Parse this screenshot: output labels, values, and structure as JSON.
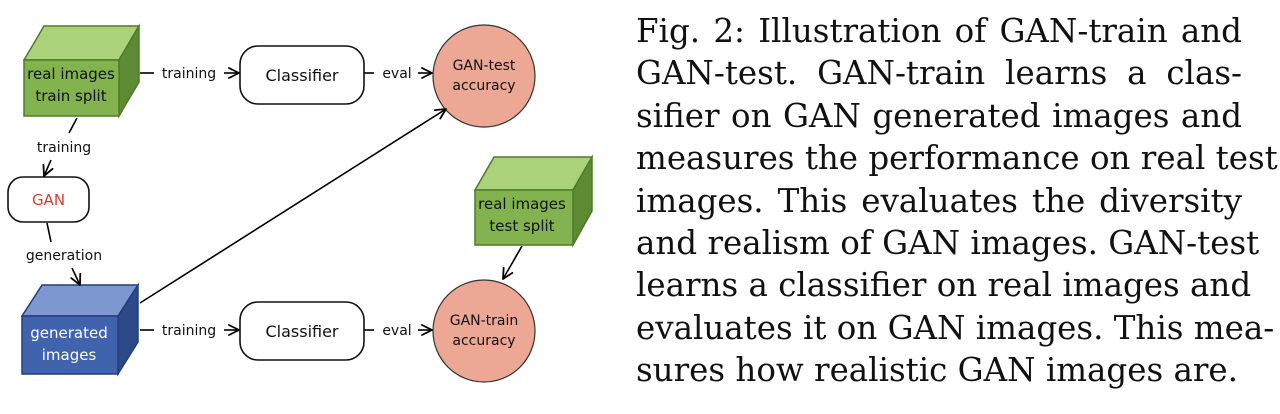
{
  "diagram": {
    "nodes": {
      "real_train": {
        "lines": [
          "real images",
          "train split"
        ]
      },
      "classifier_top": {
        "label": "Classifier"
      },
      "gan_test_accuracy": {
        "lines": [
          "GAN-test",
          "accuracy"
        ]
      },
      "gan": {
        "label": "GAN"
      },
      "real_test": {
        "lines": [
          "real images",
          "test split"
        ]
      },
      "generated": {
        "lines": [
          "generated",
          "images"
        ]
      },
      "classifier_bottom": {
        "label": "Classifier"
      },
      "gan_train_accuracy": {
        "lines": [
          "GAN-train",
          "accuracy"
        ]
      }
    },
    "edges": {
      "training_top": "training",
      "eval_top": "eval",
      "training_gan": "training",
      "generation": "generation",
      "training_bottom": "training",
      "eval_bottom": "eval"
    },
    "colors": {
      "green_front": "#82b34e",
      "green_top": "#a9d27b",
      "green_side": "#5f8a34",
      "blue_front": "#3f64ad",
      "blue_top": "#7d98d1",
      "blue_side": "#2c4a88",
      "accuracy_fill": "#eda895",
      "gan_text": "#e03a2a"
    }
  },
  "caption": {
    "lines": [
      "Fig. 2: Illustration of GAN-train and",
      "GAN-test. GAN-train learns a clas-",
      "sifier on GAN generated images and",
      "measures the performance on real test",
      "images. This evaluates the diversity",
      "and realism of GAN images. GAN-test",
      "learns a classifier on real images and",
      "evaluates it on GAN images. This mea-",
      "sures how realistic GAN images are."
    ]
  }
}
